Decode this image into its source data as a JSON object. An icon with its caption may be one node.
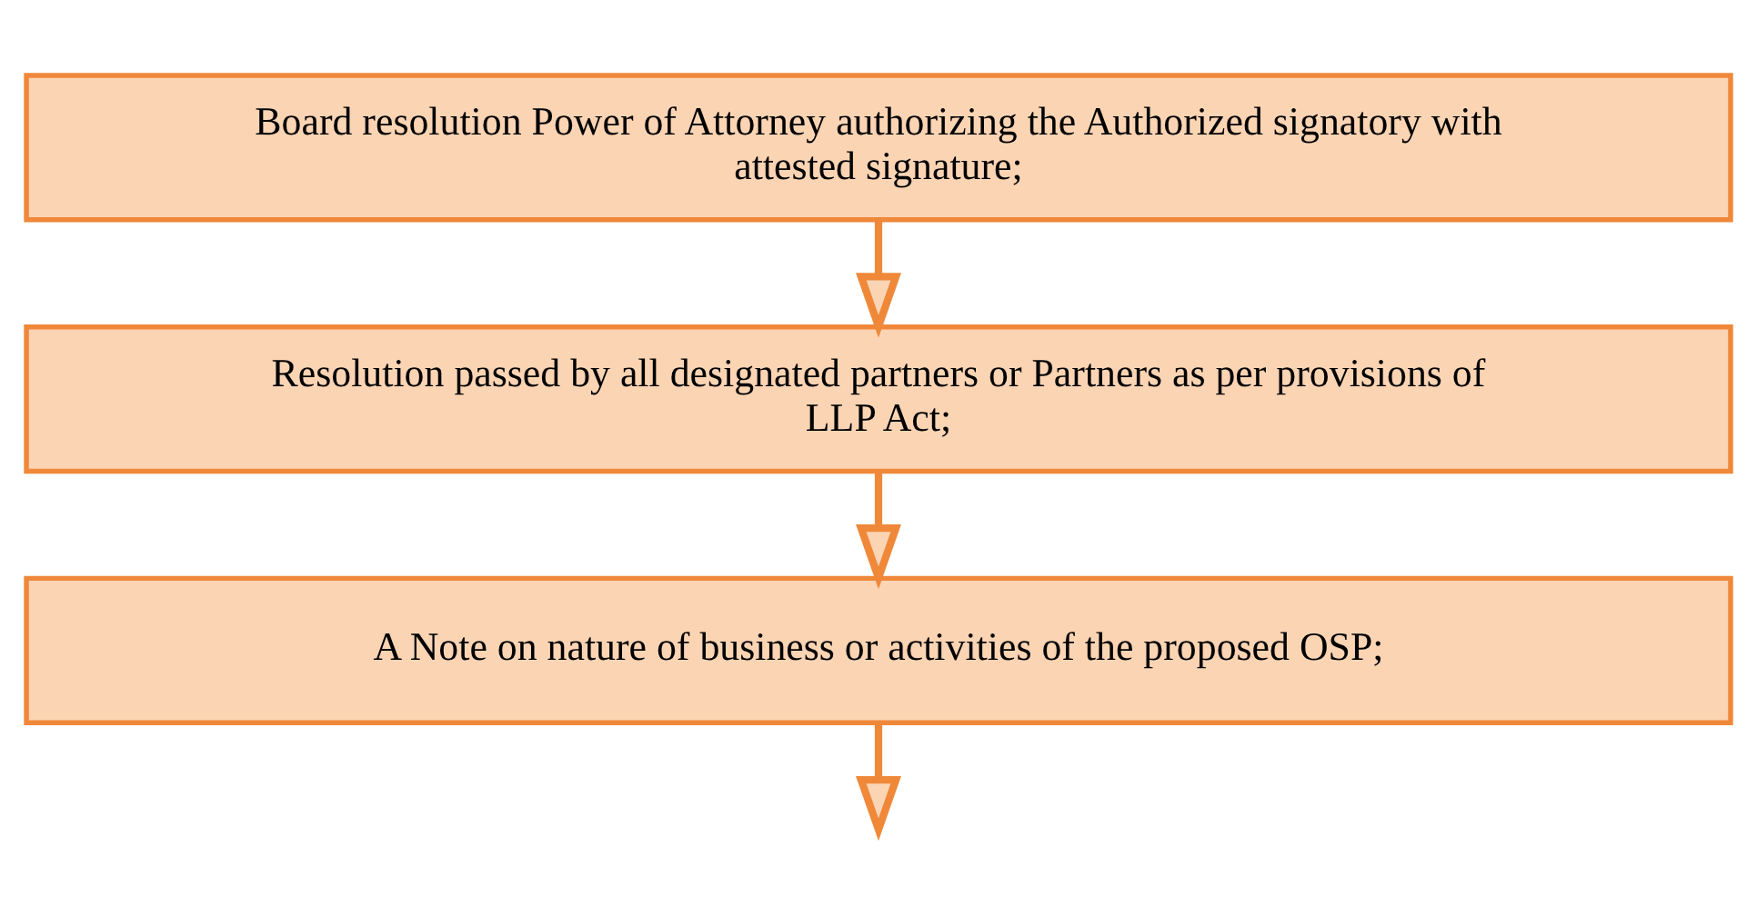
{
  "diagram": {
    "nodes": [
      {
        "text": [
          "Board resolution Power of Attorney authorizing the Authorized signatory with attested signature;"
        ]
      },
      {
        "text": [
          "Resolution passed by all designated partners or Partners as per provisions of LLP Act;"
        ]
      },
      {
        "text": [
          "A Note on nature of business or activities of the proposed OSP;"
        ]
      }
    ],
    "edges": [
      {
        "from": 0,
        "to": 1,
        "arrow": "to"
      },
      {
        "from": 1,
        "to": 2,
        "arrow": "to"
      },
      {
        "from": 2,
        "to": null,
        "arrow": "to"
      }
    ]
  }
}
